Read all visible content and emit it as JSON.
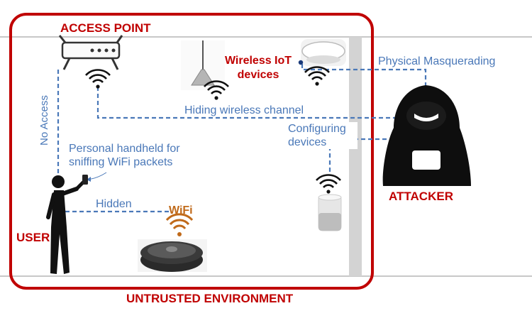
{
  "labels": {
    "access_point": "ACCESS POINT",
    "wireless_iot": "Wireless IoT devices",
    "physical_masquerading": "Physical Masquerading",
    "no_access": "No Access",
    "hiding_wireless_channel": "Hiding wireless channel",
    "configuring_devices": "Configuring devices",
    "personal_handheld": "Personal handheld for sniffing WiFi packets",
    "hidden": "Hidden",
    "wifi": "WiFi",
    "user": "USER",
    "attacker": "ATTACKER",
    "untrusted_environment": "UNTRUSTED ENVIRONMENT"
  },
  "colors": {
    "frame_red": "#c00000",
    "dash_blue": "#4a78b8",
    "wifi_orange": "#c06a1a",
    "wall_gray": "#c8c8c8"
  },
  "icons": [
    "router-icon",
    "wifi-icon",
    "lamp-icon",
    "smoke-detector-icon",
    "attacker-hood-icon",
    "user-figure-icon",
    "smart-speaker-icon",
    "robot-vacuum-icon",
    "phone-icon"
  ]
}
